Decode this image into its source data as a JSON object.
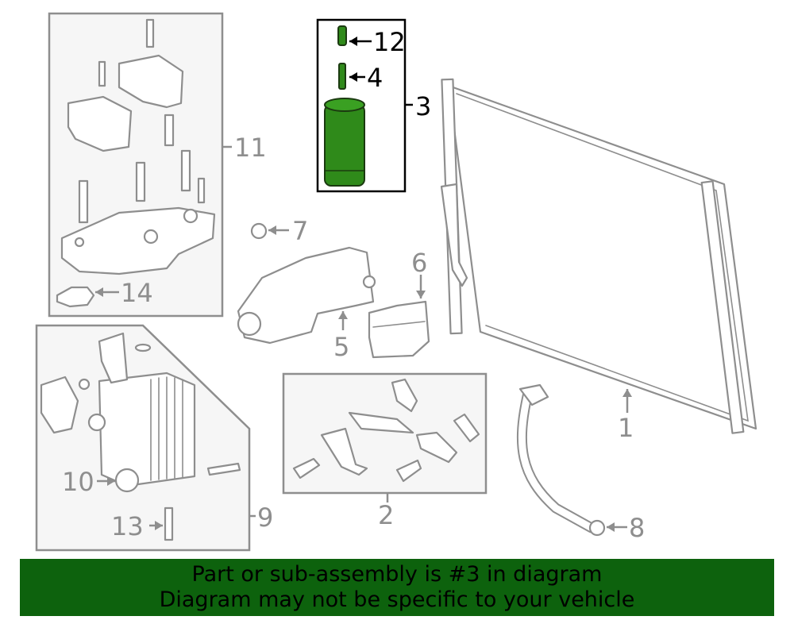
{
  "diagram": {
    "callouts": {
      "n1": "1",
      "n2": "2",
      "n3": "3",
      "n4": "4",
      "n5": "5",
      "n6": "6",
      "n7": "7",
      "n8": "8",
      "n9": "9",
      "n10": "10",
      "n11": "11",
      "n12": "12",
      "n13": "13",
      "n14": "14"
    },
    "highlight_part": "3",
    "colors": {
      "line": "#8e8e8e",
      "highlight": "#2f8a1a",
      "banner": "#0d620d"
    }
  },
  "banner": {
    "line1": "Part or sub-assembly is #3 in diagram",
    "line2": "Diagram may not be specific to your vehicle"
  }
}
